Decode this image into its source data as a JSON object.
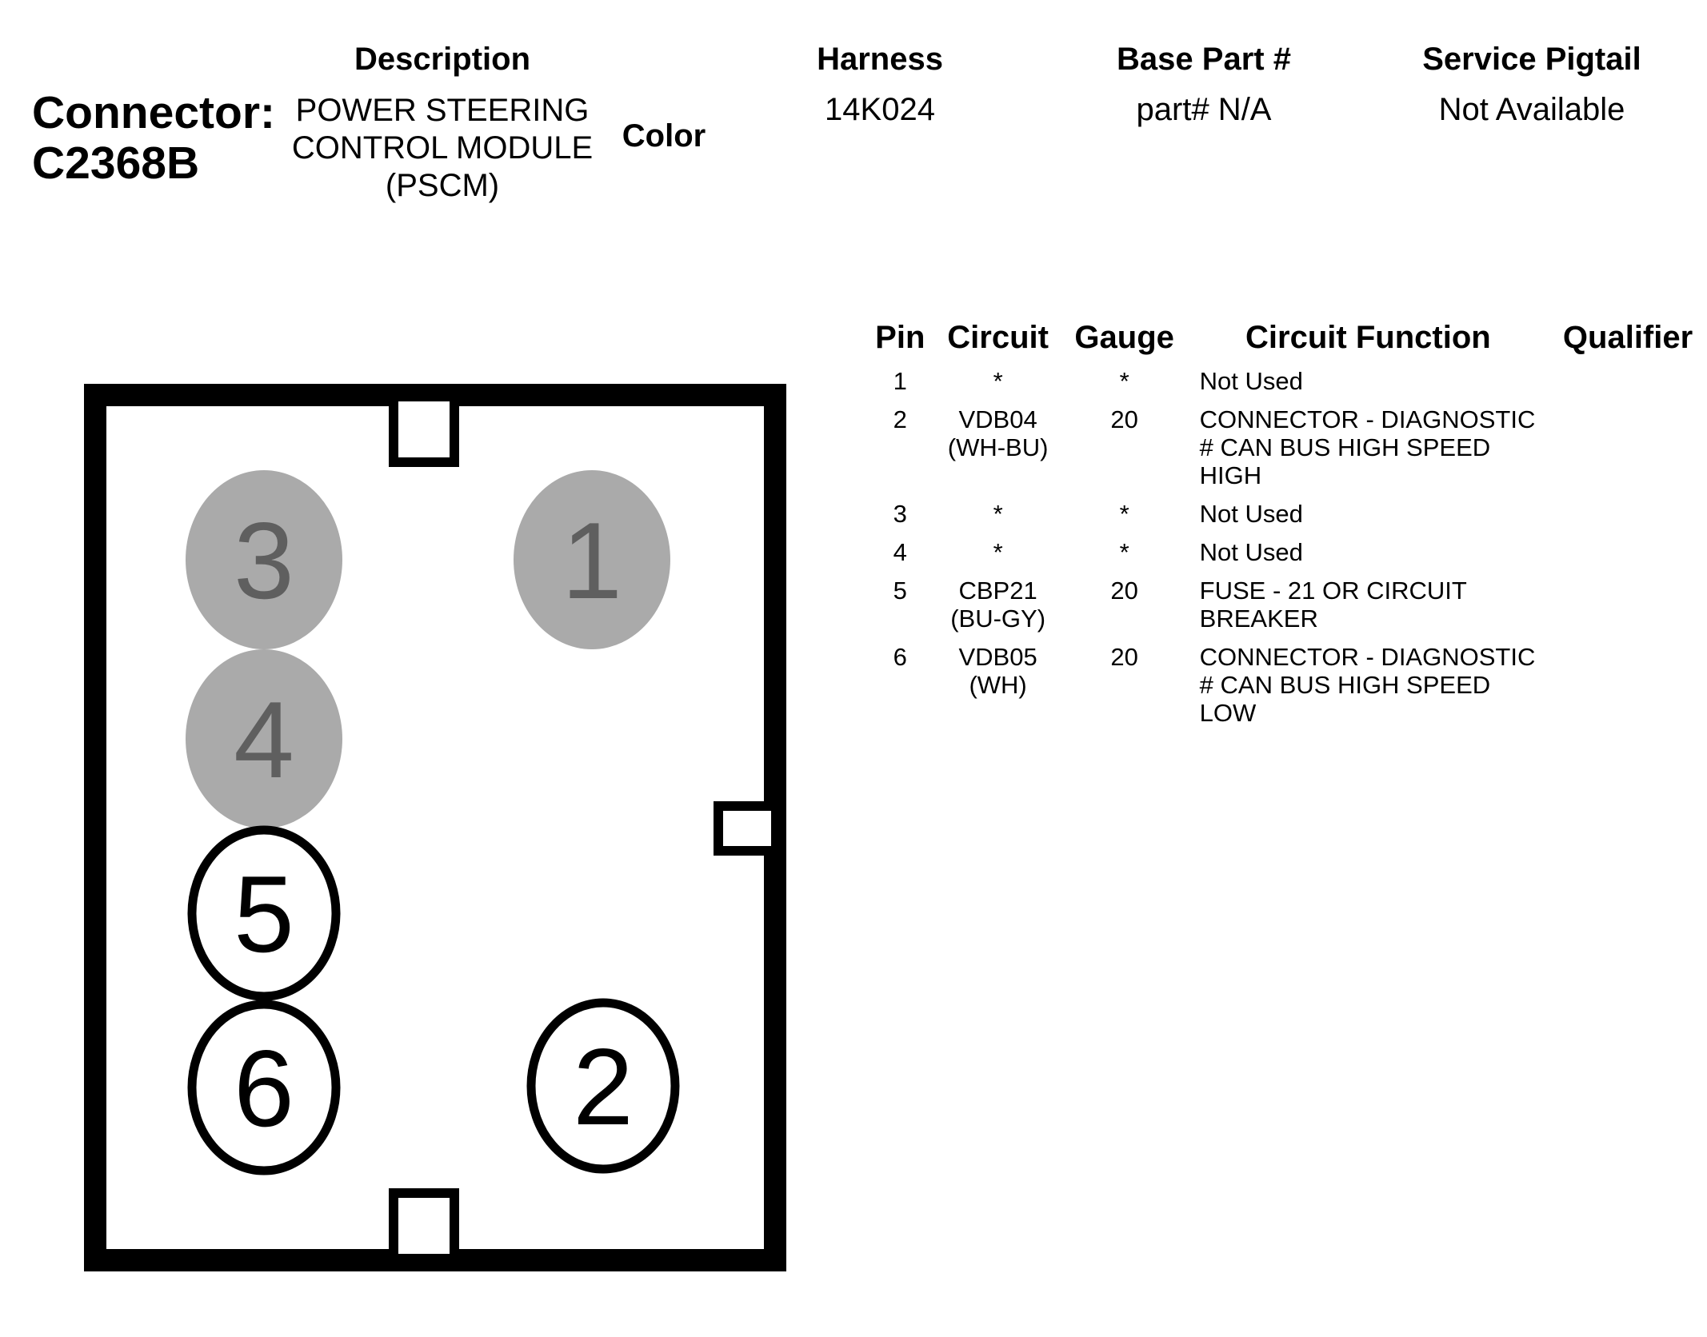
{
  "connector": {
    "label_line1": "Connector:",
    "label_line2": "C2368B"
  },
  "header": {
    "description_label": "Description",
    "description_value": "POWER STEERING CONTROL MODULE (PSCM)",
    "color_label": "Color",
    "harness_label": "Harness",
    "harness_value": "14K024",
    "base_part_label": "Base Part #",
    "base_part_value": "part# N/A",
    "service_pigtail_label": "Service Pigtail",
    "service_pigtail_value": "Not Available"
  },
  "table": {
    "columns": [
      "Pin",
      "Circuit",
      "Gauge",
      "Circuit Function",
      "Qualifier"
    ],
    "rows": [
      {
        "pin": "1",
        "circuit": "*",
        "circuit_color": "",
        "gauge": "*",
        "function": "Not Used",
        "qualifier": ""
      },
      {
        "pin": "2",
        "circuit": "VDB04",
        "circuit_color": "(WH-BU)",
        "gauge": "20",
        "function": "CONNECTOR - DIAGNOSTIC # CAN BUS HIGH SPEED HIGH",
        "qualifier": ""
      },
      {
        "pin": "3",
        "circuit": "*",
        "circuit_color": "",
        "gauge": "*",
        "function": "Not Used",
        "qualifier": ""
      },
      {
        "pin": "4",
        "circuit": "*",
        "circuit_color": "",
        "gauge": "*",
        "function": "Not Used",
        "qualifier": ""
      },
      {
        "pin": "5",
        "circuit": "CBP21",
        "circuit_color": "(BU-GY)",
        "gauge": "20",
        "function": "FUSE - 21 OR CIRCUIT BREAKER",
        "qualifier": ""
      },
      {
        "pin": "6",
        "circuit": "VDB05",
        "circuit_color": "(WH)",
        "gauge": "20",
        "function": "CONNECTOR - DIAGNOSTIC # CAN BUS HIGH SPEED LOW",
        "qualifier": ""
      }
    ]
  },
  "diagram": {
    "pins": [
      {
        "number": "1",
        "used": false
      },
      {
        "number": "2",
        "used": true
      },
      {
        "number": "3",
        "used": false
      },
      {
        "number": "4",
        "used": false
      },
      {
        "number": "5",
        "used": true
      },
      {
        "number": "6",
        "used": true
      }
    ],
    "colors": {
      "unused_fill": "#aaaaaa",
      "unused_text": "#5f5f5f",
      "outline": "#000000"
    }
  }
}
